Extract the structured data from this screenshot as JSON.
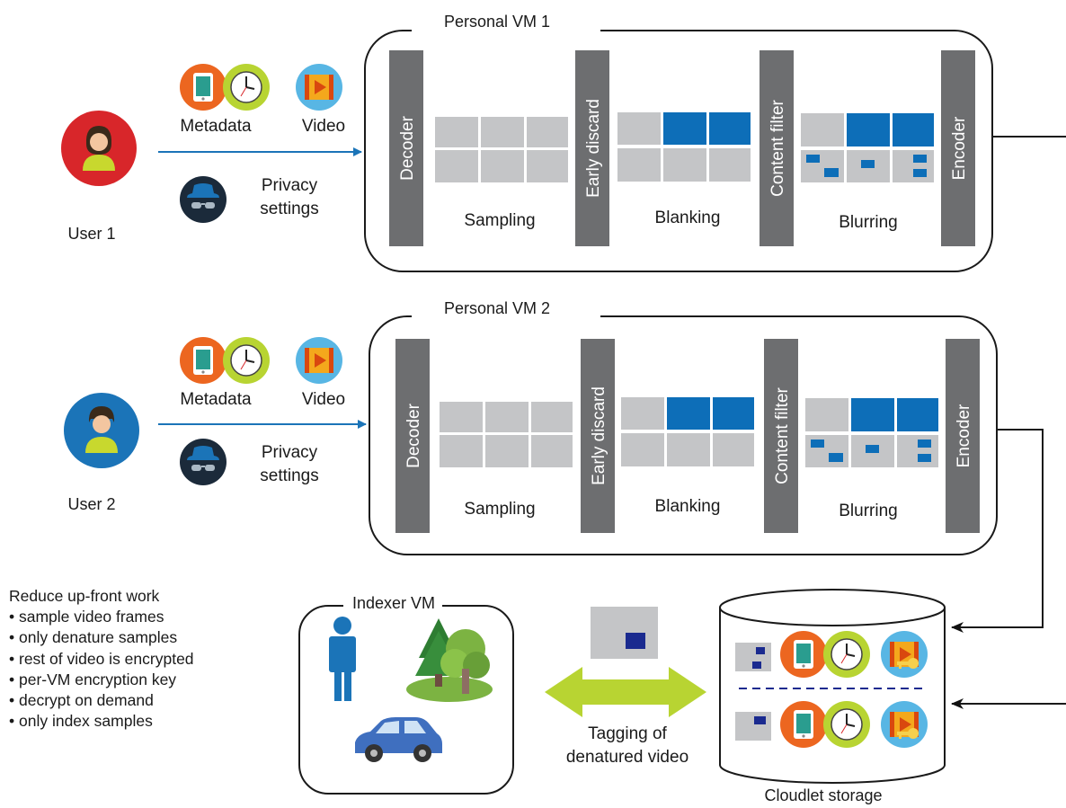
{
  "vms": [
    {
      "title": "Personal VM 1",
      "user": "User 1",
      "user_color": "#d8262a",
      "meta_label": "Metadata",
      "video_label": "Video",
      "privacy_label_1": "Privacy",
      "privacy_label_2": "settings",
      "stages": {
        "decoder": "Decoder",
        "early_discard": "Early discard",
        "content_filter": "Content filter",
        "encoder": "Encoder"
      },
      "steps": {
        "sampling": "Sampling",
        "blanking": "Blanking",
        "blurring": "Blurring"
      }
    },
    {
      "title": "Personal VM 2",
      "user": "User 2",
      "user_color": "#1b74b8",
      "meta_label": "Metadata",
      "video_label": "Video",
      "privacy_label_1": "Privacy",
      "privacy_label_2": "settings",
      "stages": {
        "decoder": "Decoder",
        "early_discard": "Early discard",
        "content_filter": "Content filter",
        "encoder": "Encoder"
      },
      "steps": {
        "sampling": "Sampling",
        "blanking": "Blanking",
        "blurring": "Blurring"
      }
    }
  ],
  "indexer": {
    "title": "Indexer VM"
  },
  "tagging": {
    "line1": "Tagging of",
    "line2": "denatured video"
  },
  "storage": {
    "label": "Cloudlet storage"
  },
  "notes": {
    "title": "Reduce up-front work",
    "items": [
      "• sample video frames",
      "• only denature samples",
      "• rest of video is encrypted",
      "• per-VM encryption key",
      "• decrypt on demand",
      "• only index samples"
    ]
  },
  "colors": {
    "stage_bar": "#6d6e70",
    "frame_gray": "#c4c5c7",
    "frame_blue": "#0d6eb8",
    "arrow": "#1b74b8",
    "double_arrow": "#b8d432"
  }
}
